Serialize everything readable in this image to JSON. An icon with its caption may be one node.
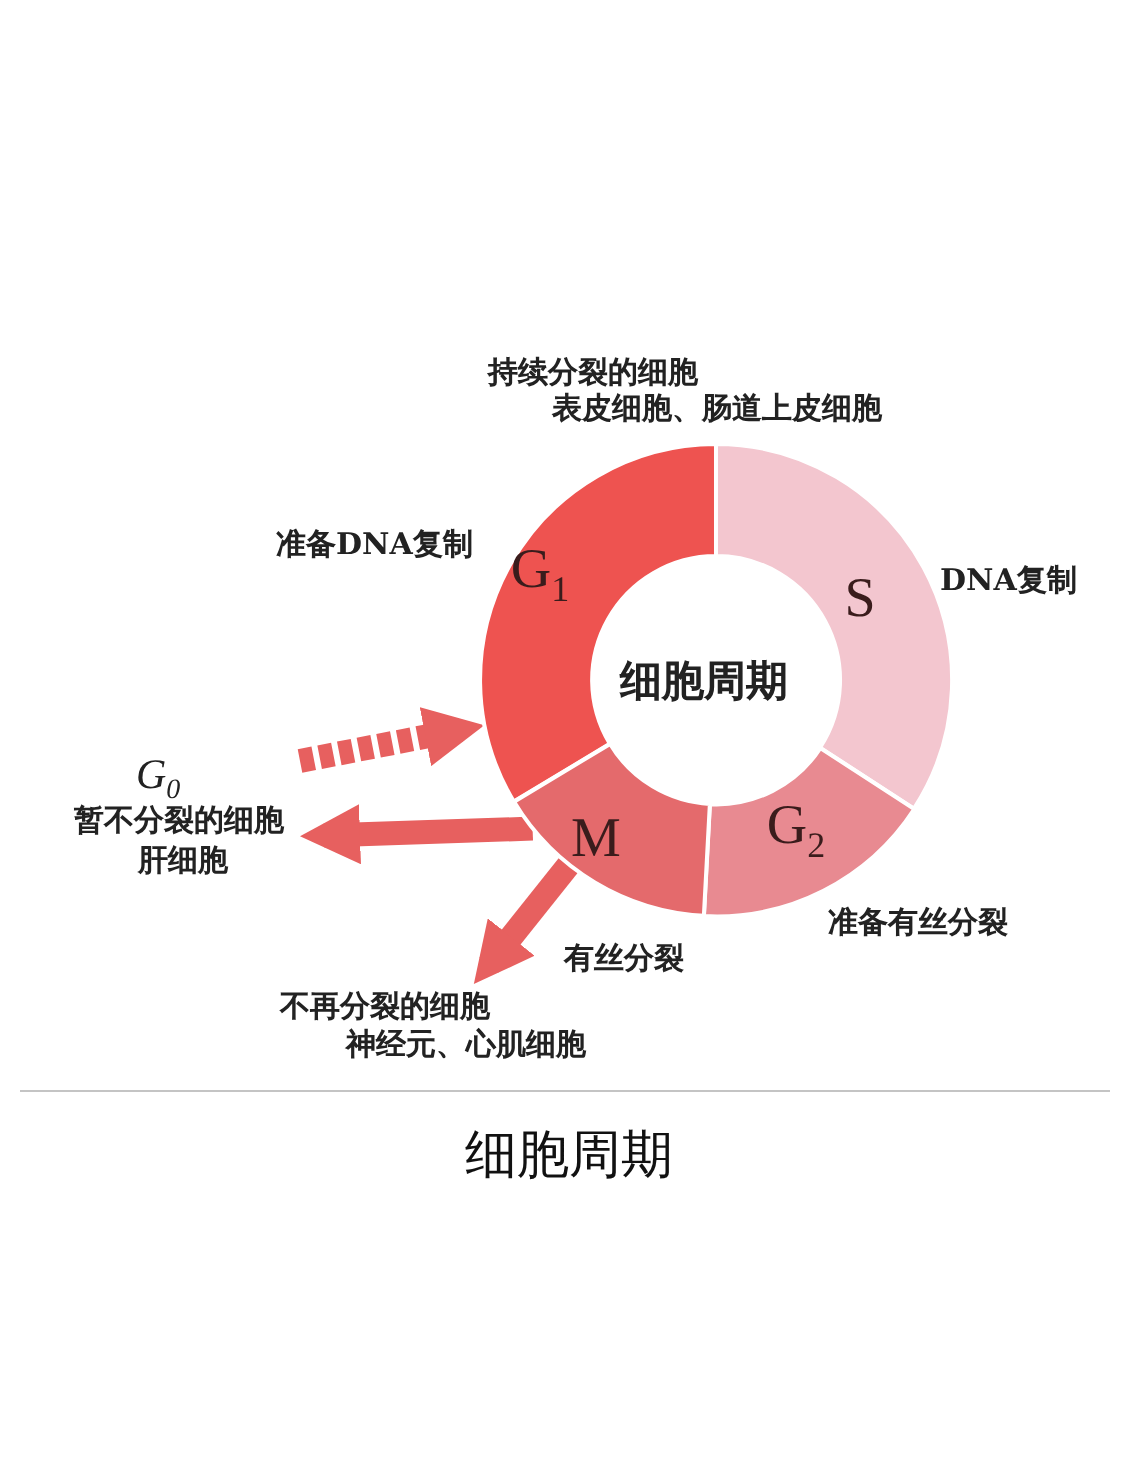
{
  "diagram": {
    "caption": "细胞周期",
    "nodes": [
      {
        "text": [
          "G$_{1}$"
        ],
        "beside": [
          "准备DNA复制"
        ]
      },
      {
        "text": [
          "S"
        ],
        "beside": [
          "DNA复制"
        ]
      },
      {
        "text": [
          "G$_{2}$"
        ],
        "beside": [
          "准备有丝分裂"
        ]
      },
      {
        "text": [
          "M"
        ],
        "beside": [
          "有丝分裂"
        ]
      },
      {
        "text": [
          "G$_{0}$",
          "暂不分裂的细胞",
          "肝细胞"
        ]
      },
      {
        "text": [
          "不再分裂的细胞",
          "神经元、心肌细胞"
        ]
      }
    ],
    "edges": [
      {
        "from": 3,
        "to": 4,
        "arrow": "to"
      },
      {
        "from": 3,
        "to": 5,
        "arrow": "to"
      },
      {
        "from": 4,
        "to": 0,
        "arrow": "to",
        "style": "dashed"
      }
    ],
    "labels": [
      "持续分裂的细胞",
      "表皮细胞、肠道上皮细胞",
      "细胞周期"
    ]
  }
}
